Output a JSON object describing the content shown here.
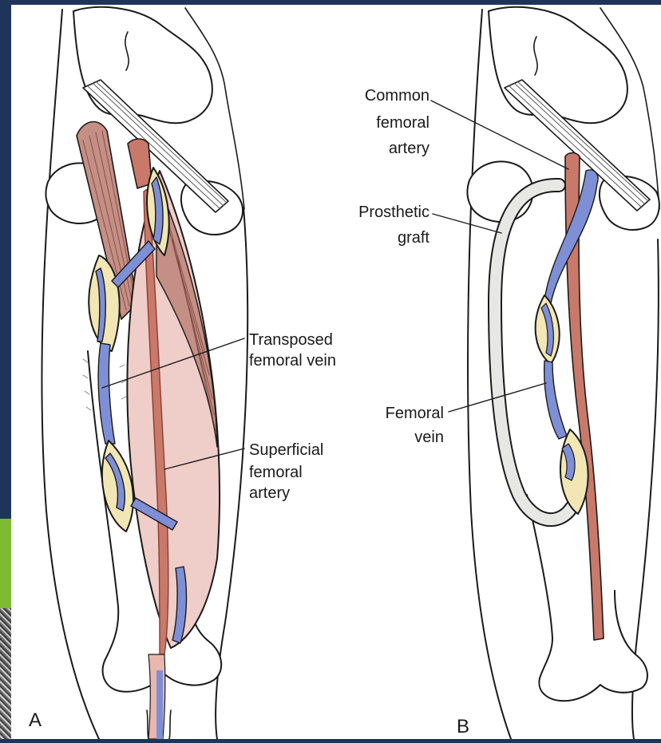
{
  "colors": {
    "slide_background": "#1e3559",
    "accent_green": "#7dbb35",
    "artery": "#c9796a",
    "vein": "#7f8fd6",
    "muscle": "#c58f85",
    "incision_fill": "#f2e6b4",
    "flap_fill": "#efcdc8",
    "graft": "#e7e7e4"
  },
  "panel_a": {
    "letter": "A",
    "labels": {
      "transposed_vein": [
        "Transposed",
        "femoral vein"
      ],
      "superficial_artery": [
        "Superficial",
        "femoral",
        "artery"
      ]
    }
  },
  "panel_b": {
    "letter": "B",
    "labels": {
      "common_artery": [
        "Common",
        "femoral",
        "artery"
      ],
      "prosthetic_graft": [
        "Prosthetic",
        "graft"
      ],
      "femoral_vein": [
        "Femoral",
        "vein"
      ]
    }
  }
}
